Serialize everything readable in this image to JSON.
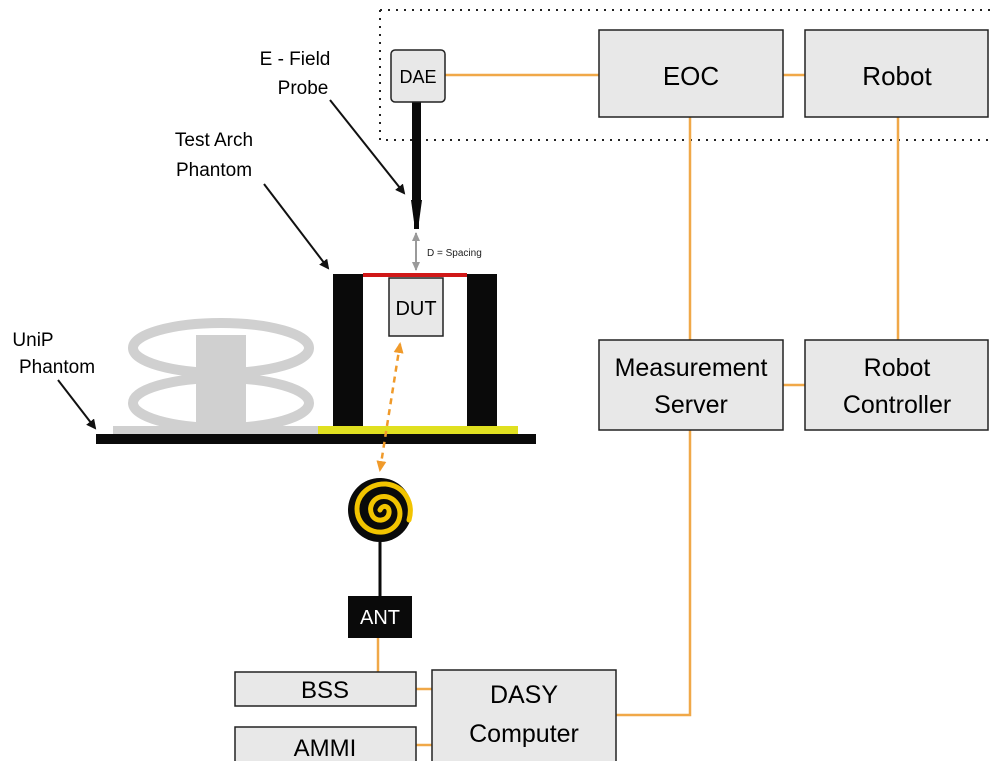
{
  "boxes": {
    "dae": "DAE",
    "eoc": "EOC",
    "robot": "Robot",
    "measurement_server": [
      "Measurement",
      "Server"
    ],
    "robot_controller": [
      "Robot",
      "Controller"
    ],
    "dut": "DUT",
    "ant": "ANT",
    "bss": "BSS",
    "ammi": "AMMI",
    "dasy_computer": [
      "DASY",
      "Computer"
    ]
  },
  "labels": {
    "e_field_probe": [
      "E - Field",
      "Probe"
    ],
    "test_arch_phantom": [
      "Test Arch",
      "Phantom"
    ],
    "unip_phantom": [
      "UniP",
      "Phantom"
    ],
    "spacing": "D = Spacing"
  },
  "colors": {
    "connector": "#f0a848",
    "box_fill": "#e8e8e8",
    "box_stroke": "#222222",
    "test_plane": "#e0e020",
    "antenna_yellow": "#f2c400",
    "accent_red": "#d01818",
    "dashed_link": "#f09a2a",
    "phantom_gray": "#d0d0d0"
  },
  "icons": {
    "antenna": "spiral-antenna-icon"
  }
}
